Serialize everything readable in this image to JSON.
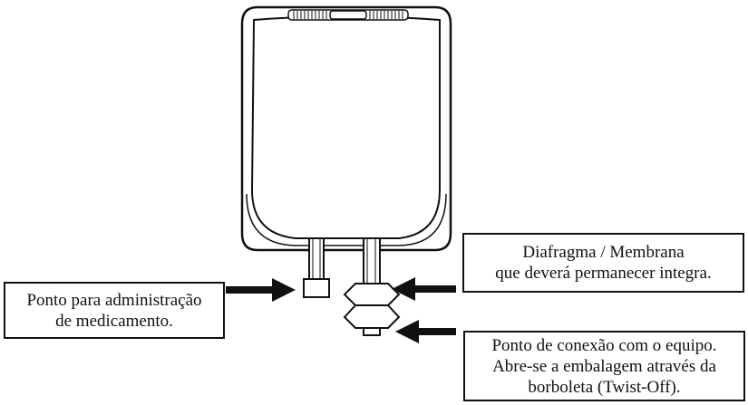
{
  "labels": {
    "medication_point": [
      "Ponto para administração",
      "de medicamento."
    ],
    "diaphragm": [
      "Diafragma / Membrana",
      "que deverá permanecer integra."
    ],
    "connection_point": [
      "Ponto de conexão com o equipo.",
      "Abre-se a embalagem através da",
      "borboleta (Twist-Off)."
    ]
  }
}
